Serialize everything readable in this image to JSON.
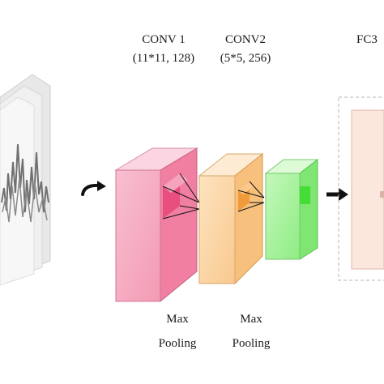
{
  "conv1": {
    "title": "CONV 1",
    "params": "(11*11, 128)"
  },
  "conv2": {
    "title": "CONV2",
    "params": "(5*5, 256)"
  },
  "fc3": {
    "title": "FC3"
  },
  "pool1": {
    "line1": "Max",
    "line2": "Pooling"
  },
  "pool2": {
    "line1": "Max",
    "line2": "Pooling"
  },
  "colors": {
    "conv1_face": "#f5a9c0",
    "conv2_face": "#fcd5a2",
    "conv3_face": "#a5f29a",
    "fc_face": "#fbe4dc",
    "arrow": "#111111",
    "signal": "#707070"
  },
  "icons": [
    "curved-arrow-icon",
    "right-arrow-icon"
  ]
}
